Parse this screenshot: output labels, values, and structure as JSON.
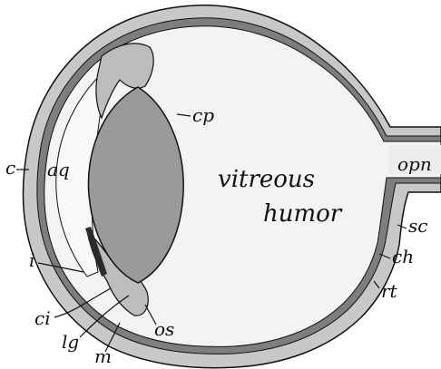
{
  "diagram": {
    "labels": {
      "c": "c",
      "aq": "aq",
      "cp": "cp",
      "vitreous": "vitreous",
      "humor": "humor",
      "opn": "opn",
      "sc": "sc",
      "ch": "ch",
      "rt": "rt",
      "i": "i",
      "ci": "ci",
      "lg": "lg",
      "m": "m",
      "os": "os"
    },
    "colors": {
      "sclera": "#c8c8c8",
      "choroid": "#7e7e7e",
      "lens": "#9a9a9a",
      "vitreous": "#f3f3f3",
      "ink": "#111111"
    }
  }
}
